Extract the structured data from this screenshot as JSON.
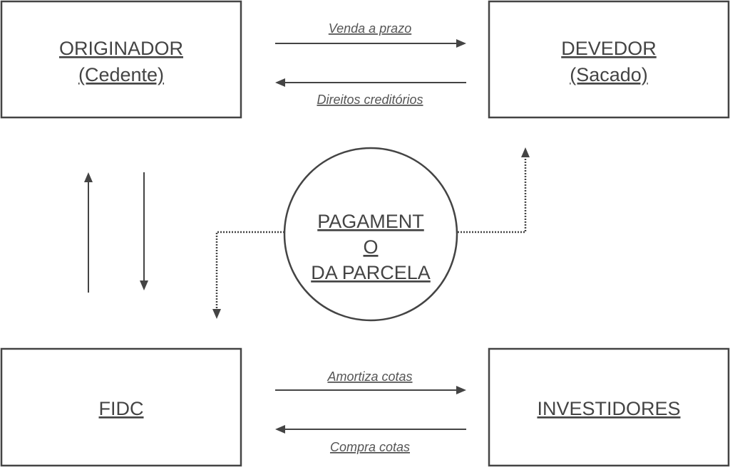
{
  "nodes": {
    "originador": {
      "line1": "ORIGINADOR",
      "line2": "(Cedente)"
    },
    "devedor": {
      "line1": "DEVEDOR",
      "line2": "(Sacado)"
    },
    "fidc": {
      "line1": "FIDC"
    },
    "investidores": {
      "line1": "INVESTIDORES"
    },
    "pagamento": {
      "line1": "PAGAMENT",
      "line2": "O",
      "line3": "DA PARCELA"
    }
  },
  "flows": {
    "venda": "Venda a prazo",
    "direitos": "Direitos creditórios",
    "amortiza": "Amortiza cotas",
    "compra": "Compra cotas"
  },
  "colors": {
    "stroke": "#444444",
    "text": "#444444"
  }
}
